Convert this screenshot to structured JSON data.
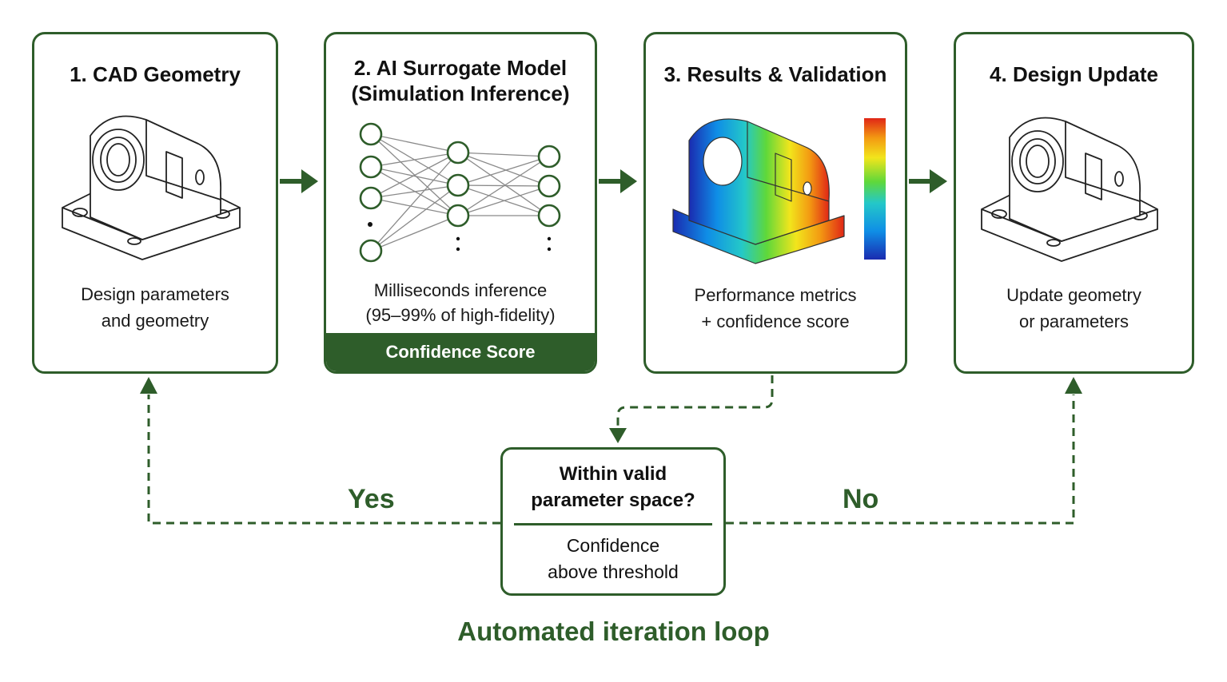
{
  "steps": [
    {
      "title": "1. CAD Geometry",
      "desc_line1": "Design parameters",
      "desc_line2": "and geometry"
    },
    {
      "title_line1": "2. AI Surrogate Model",
      "title_line2": "(Simulation Inference)",
      "desc_line1": "Milliseconds inference",
      "desc_line2": "(95–99% of high-fidelity)",
      "badge": "Confidence Score"
    },
    {
      "title": "3. Results & Validation",
      "desc_line1": "Performance metrics",
      "desc_line2": "+ confidence score"
    },
    {
      "title": "4. Design Update",
      "desc_line1": "Update geometry",
      "desc_line2": "or parameters"
    }
  ],
  "decision": {
    "question_line1": "Within valid",
    "question_line2": "parameter space?",
    "answer_line1": "Confidence",
    "answer_line2": "above threshold"
  },
  "branches": {
    "yes": "Yes",
    "no": "No"
  },
  "footer": "Automated iteration loop",
  "colors": {
    "accent": "#2e5d2a",
    "heatmap": [
      "#1a2bb0",
      "#0f8ee6",
      "#24c8c8",
      "#5fd83a",
      "#f2e51c",
      "#f39a12",
      "#e02616"
    ]
  },
  "icons": {
    "step1": "cad-part-outline-icon",
    "step2": "neural-network-icon",
    "step3": "stress-heatmap-part-icon",
    "step4": "cad-part-outline-icon"
  }
}
